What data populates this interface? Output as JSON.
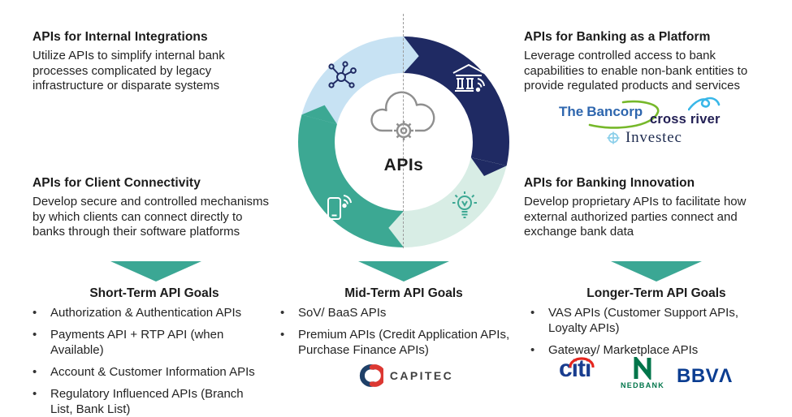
{
  "cycle": {
    "center_label": "APIs",
    "segments": [
      {
        "id": "internal-integrations",
        "color": "#C7E2F3",
        "icon": "network-icon"
      },
      {
        "id": "banking-as-a-platform",
        "color": "#1F2A63",
        "icon": "bank-icon"
      },
      {
        "id": "banking-innovation",
        "color": "#D8EDE5",
        "icon": "lightbulb-icon"
      },
      {
        "id": "client-connectivity",
        "color": "#3CA893",
        "icon": "smartphone-icon"
      }
    ],
    "center_icon": "cloud-gear-icon"
  },
  "quadrants": {
    "internal": {
      "title": "APIs for Internal Integrations",
      "body": "Utilize APIs to simplify internal bank\nprocesses complicated by legacy\ninfrastructure or disparate systems"
    },
    "platform": {
      "title": "APIs for Banking as a Platform",
      "body": "Leverage controlled access to bank\ncapabilities to enable non-bank entities to\nprovide regulated products and services"
    },
    "client": {
      "title": "APIs for Client Connectivity",
      "body": "Develop secure and controlled mechanisms\nby which clients can connect directly to\nbanks through their software platforms"
    },
    "innovation": {
      "title": "APIs for Banking Innovation",
      "body": "Develop proprietary APIs to facilitate how\nexternal authorized parties connect and\nexchange bank data"
    }
  },
  "platform_logos": {
    "bancorp_the": "The",
    "bancorp_name": "Bancorp",
    "cross_river": "cross river",
    "investec": "Investec"
  },
  "columns": [
    {
      "heading": "Short-Term API Goals",
      "bullets": [
        "Authorization & Authentication APIs",
        "Payments API + RTP API (when\nAvailable)",
        "Account & Customer Information APIs",
        "Regulatory Influenced APIs (Branch\nList, Bank List)"
      ]
    },
    {
      "heading": "Mid-Term API Goals",
      "bullets": [
        "SoV/ BaaS APIs",
        "Premium APIs (Credit Application APIs,\nPurchase Finance APIs)"
      ],
      "logos": {
        "capitec": "CAPITEC"
      }
    },
    {
      "heading": "Longer-Term API Goals",
      "bullets": [
        "VAS APIs (Customer Support APIs,\nLoyalty APIs)",
        "Gateway/ Marketplace APIs"
      ],
      "logos": {
        "citi": "citi",
        "nedbank": "NEDBANK",
        "bbva": "BBVΛ"
      }
    }
  ],
  "colors": {
    "teal": "#3BA794",
    "navy": "#1F2A63",
    "light_blue": "#C7E2F3",
    "mint": "#D8EDE5",
    "divider_gray": "#9B9B9B",
    "center_icon_gray": "#8F8F8F",
    "bancorp_blue": "#2E66AE",
    "bancorp_green": "#76B82A",
    "cross_river_blue": "#39B7E8",
    "cross_river_navy": "#221F54",
    "investec_light_blue": "#8BCFEA",
    "investec_navy": "#1F2C50",
    "capitec_navy": "#1F4068",
    "capitec_red": "#DC3832",
    "citi_blue": "#193D8F",
    "citi_red": "#E5261F",
    "nedbank_green": "#00754A",
    "bbva_navy": "#0B3D91"
  },
  "icons": {
    "network-icon": "connected nodes hub",
    "bank-icon": "bank building with signal waves",
    "lightbulb-icon": "idea lightbulb",
    "smartphone-icon": "smartphone with wifi",
    "cloud-gear-icon": "cloud with gear",
    "down-arrow-icon": "wide downward triangle",
    "investec-compass-icon": "circle with cross",
    "bancorp-swoosh-icon": "elliptical swoosh",
    "cross-river-swoosh-icon": "looping ribbon",
    "capitec-mark-icon": "interlocking crescents",
    "citi-arc-icon": "red arc",
    "nedbank-emblem-icon": "folded green N"
  }
}
